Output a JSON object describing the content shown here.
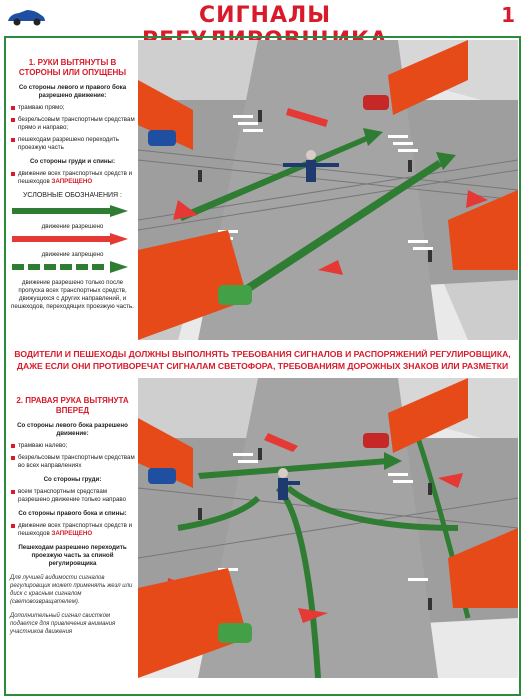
{
  "header": {
    "title": "СИГНАЛЫ РЕГУЛИРОВЩИКА",
    "page_number": "1"
  },
  "section1": {
    "heading": "1. РУКИ ВЫТЯНУТЫ В СТОРОНЫ ИЛИ ОПУЩЕНЫ",
    "sub1": "Со стороны левого и правого бока разрешено движение:",
    "items": [
      "трамваю прямо;",
      "безрельсовым транспортным средствам прямо и направо;",
      "пешеходам разрешено переходить проезжую часть"
    ],
    "sub2": "Со стороны груди и спины:",
    "item_forbid": "движение всех транспортных средств и пешеходов",
    "forbidden": "ЗАПРЕЩЕНО",
    "legend_title": "УСЛОВНЫЕ ОБОЗНАЧЕНИЯ :",
    "legend_allowed": "движение разрешено",
    "legend_forbidden": "движение запрещено",
    "legend_after": "движение разрешено только после пропуска всех транспортных средств, движущихся с других направлений, и пешеходов, переходящих проезжую часть."
  },
  "banner": "ВОДИТЕЛИ И ПЕШЕХОДЫ ДОЛЖНЫ ВЫПОЛНЯТЬ ТРЕБОВАНИЯ СИГНАЛОВ И РАСПОРЯЖЕНИЙ РЕГУЛИРОВЩИКА, ДАЖЕ ЕСЛИ ОНИ ПРОТИВОРЕЧАТ СИГНАЛАМ СВЕТОФОРА, ТРЕБОВАНИЯМ ДОРОЖНЫХ ЗНАКОВ ИЛИ РАЗМЕТКИ",
  "section2": {
    "heading": "2. ПРАВАЯ РУКА ВЫТЯНУТА ВПЕРЕД",
    "sub1": "Со стороны левого бока разрешено движение:",
    "items1": [
      "трамваю налево;",
      "безрельсовым транспортным средствам во всех направлениях"
    ],
    "sub2": "Со стороны груди:",
    "items2": [
      "всем транспортным средствам разрешено движение только направо"
    ],
    "sub3": "Со стороны правого бока и спины:",
    "item_forbid": "движение всех транспортных средств и пешеходов",
    "forbidden": "ЗАПРЕЩЕНО",
    "pedestrians": "Пешеходам разрешено переходить проезжую часть за спиной регулировщика",
    "note1": "Для лучшей видимости сигналов регулировщик может применять жезл или диск с красным сигналом (световозвращателем).",
    "note2": "Дополнительный сигнал свистком подается для привлечения внимания участников движения"
  },
  "colors": {
    "accent_red": "#d91a2a",
    "frame_green": "#2a8a3e",
    "arrow_green": "#2e7d32",
    "arrow_red": "#e53935"
  }
}
